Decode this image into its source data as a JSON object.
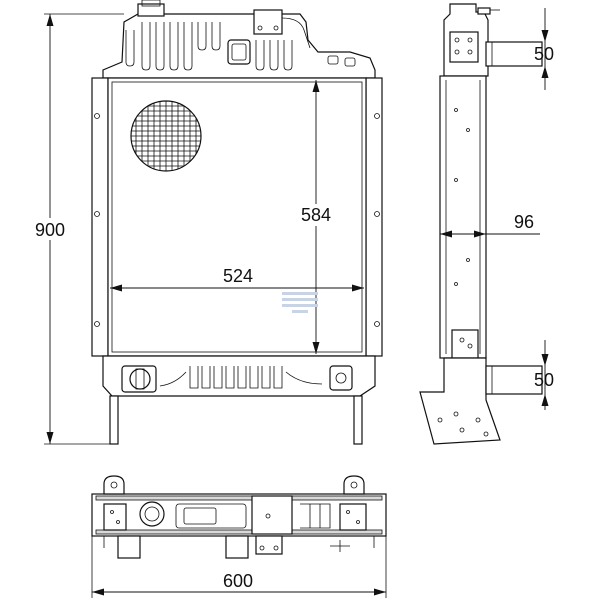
{
  "dimensions": {
    "height_total": "900",
    "core_height": "584",
    "core_width": "524",
    "side_depth": "96",
    "top_outlet": "50",
    "bottom_outlet": "50",
    "bottom_width": "600"
  },
  "colors": {
    "line": "#111111",
    "watermark": "#c9d3e6"
  }
}
